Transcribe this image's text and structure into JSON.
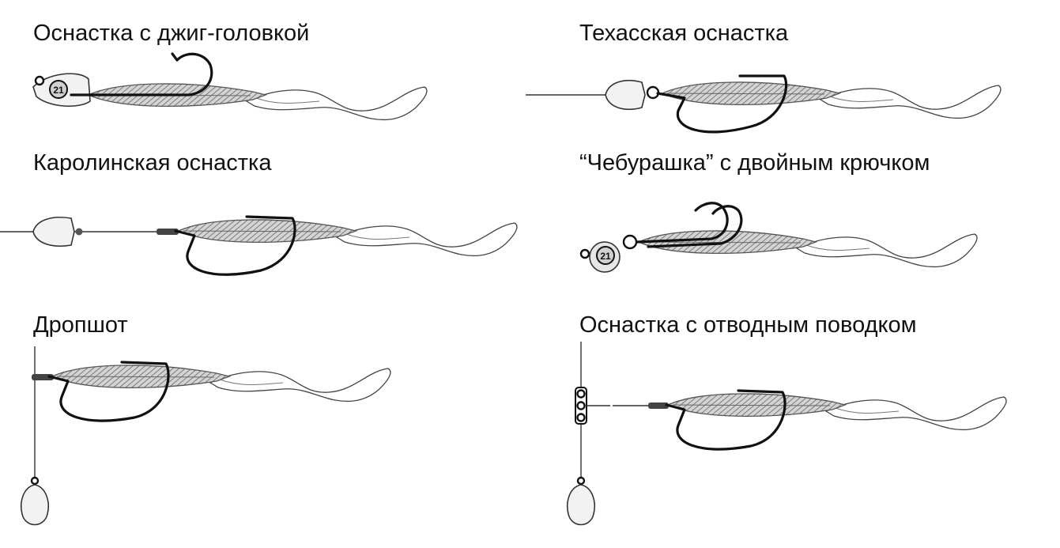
{
  "rigs": [
    {
      "title": "Оснастка с джиг-головкой",
      "badge": "21"
    },
    {
      "title": "Техасская оснастка"
    },
    {
      "title": "Каролинская оснастка"
    },
    {
      "title": "“Чебурашка” с двойным крючком",
      "badge": "21"
    },
    {
      "title": "Дропшот"
    },
    {
      "title": "Оснастка с отводным поводком"
    }
  ],
  "colors": {
    "line": "#333333",
    "hook": "#111111",
    "lure_body": "#9a9a9a",
    "background": "#ffffff"
  }
}
